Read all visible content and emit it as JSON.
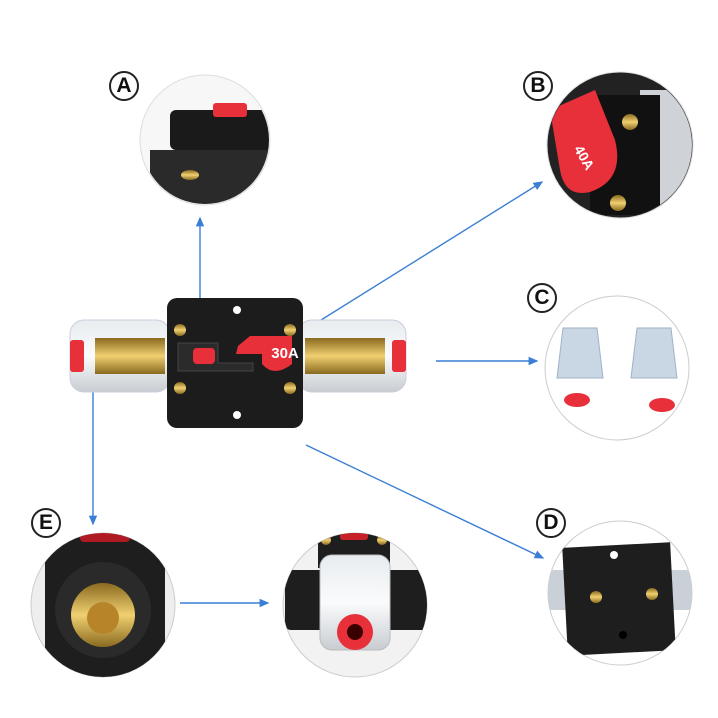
{
  "labels": {
    "a": "A",
    "b": "B",
    "c": "C",
    "d": "D",
    "e": "E"
  },
  "main_breaker_rating": "30A",
  "detail_b_rating": "40A",
  "colors": {
    "arrow": "#3a7fd5",
    "red": "#e8303a",
    "body": "#1c1c1c",
    "brass": "#c9a040"
  }
}
